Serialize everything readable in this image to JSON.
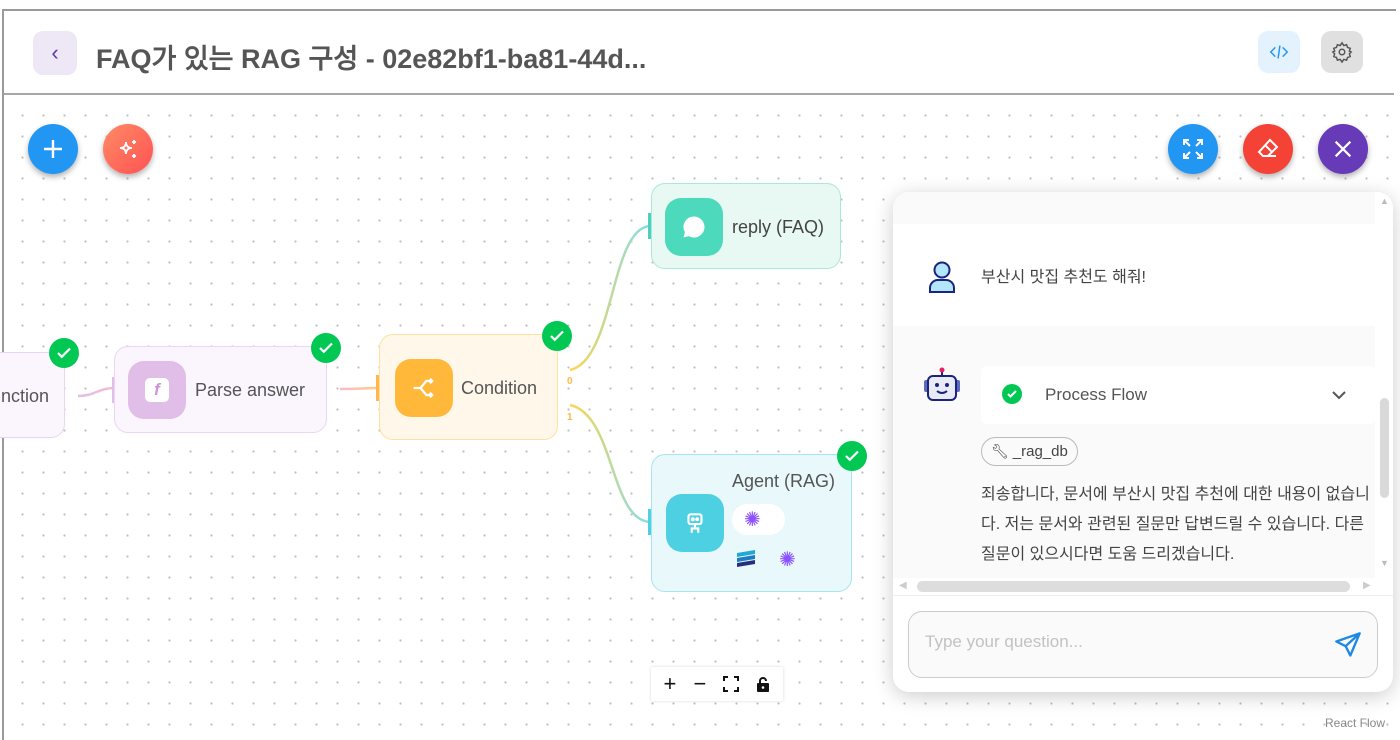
{
  "header": {
    "title": "FAQ가 있는 RAG 구성 - 02e82bf1-ba81-44d...",
    "back_icon": "chevron-left-icon",
    "code_icon": "code-icon",
    "settings_icon": "gear-icon"
  },
  "toolbar": {
    "add_icon": "plus-icon",
    "magic_icon": "sparkles-icon",
    "expand_icon": "expand-icon",
    "clear_icon": "eraser-icon",
    "close_icon": "close-icon"
  },
  "colors": {
    "add": "#2196f3",
    "magic": "#ff7043",
    "expand": "#2196f3",
    "clear": "#f44336",
    "close": "#673ab7",
    "success": "#00c853"
  },
  "nodes": {
    "function": {
      "label": "nction"
    },
    "parse": {
      "label": "Parse answer"
    },
    "condition": {
      "label": "Condition",
      "out0": "0",
      "out1": "1"
    },
    "reply": {
      "label": "reply (FAQ)"
    },
    "agent": {
      "label": "Agent (RAG)"
    }
  },
  "chat": {
    "user_message": "부산시 맛집 추천도 해줘!",
    "process_flow": "Process Flow",
    "tool_chip": "_rag_db",
    "answer": "죄송합니다, 문서에 부산시 맛집 추천에 대한 내용이 없습니다. 저는 문서와 관련된 질문만 답변드릴 수 있습니다. 다른 질문이 있으시다면 도움 드리겠습니다.",
    "input_placeholder": "Type your question...",
    "input_value": ""
  },
  "controls": {
    "zoom_in": "+",
    "zoom_out": "−"
  },
  "attribution": "React Flow"
}
